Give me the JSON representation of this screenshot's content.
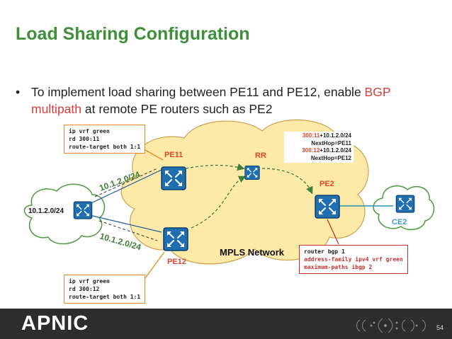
{
  "slide": {
    "title": "Load Sharing Configuration",
    "bullet_marker": "•",
    "bullet_pre": "To implement load sharing between PE11 and PE12, enable ",
    "bullet_highlight": "BGP multipath",
    "bullet_post": " at remote PE routers such as PE2",
    "page_number": "54"
  },
  "diagram": {
    "ce1_prefix": "10.1.2.0/24",
    "pe11": "PE11",
    "pe12": "PE12",
    "rr": "RR",
    "pe2": "PE2",
    "ce2": "CE2",
    "cloud_label": "MPLS Network",
    "upper_link_label": "10.1.2.0/24",
    "lower_link_label": "10.1.2.0/24",
    "pe11_config": [
      "ip vrf green",
      "rd 300:11",
      "route-target both 1:1"
    ],
    "pe12_config": [
      "ip vrf green",
      "rd 300:12",
      "route-target both 1:1"
    ],
    "pe2_config": [
      "router bgp 1",
      "address-family ipv4 vrf green",
      "maximum-paths ibgp 2"
    ],
    "routes": [
      {
        "rd": "300:11",
        "prefix": "+10.1.2.0/24",
        "nexthop": "NextHop=PE11"
      },
      {
        "rd": "300:12",
        "prefix": "+10.1.2.0/24",
        "nexthop": "NextHop=PE12"
      }
    ]
  },
  "footer": {
    "logo": "APNIC"
  },
  "colors": {
    "title_green": "#3e8e3a",
    "highlight_red": "#d6413a",
    "cloud_fill": "#fde9a8",
    "router_blue": "#1f6fb0",
    "footer_dark": "#2d2d2d"
  }
}
